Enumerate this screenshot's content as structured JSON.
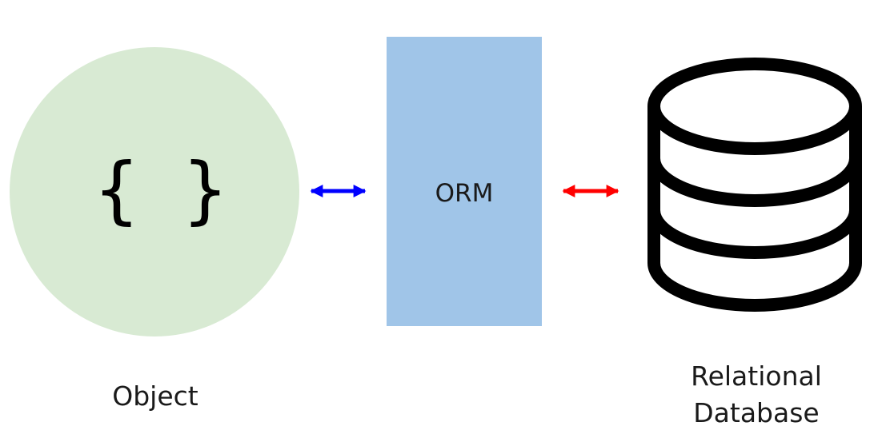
{
  "diagram": {
    "object": {
      "label": "Object",
      "glyph": "{ }",
      "fill_color": "#d8ead3"
    },
    "orm": {
      "label": "ORM",
      "fill_color": "#a0c5e8"
    },
    "database": {
      "label_lines": [
        "Relational",
        "Database"
      ],
      "icon": "database-icon",
      "stroke_color": "#000000"
    },
    "connectors": [
      {
        "from": "Object",
        "to": "ORM",
        "direction": "bidirectional",
        "color": "#0000ff"
      },
      {
        "from": "ORM",
        "to": "Relational Database",
        "direction": "bidirectional",
        "color": "#ff0000"
      }
    ]
  }
}
